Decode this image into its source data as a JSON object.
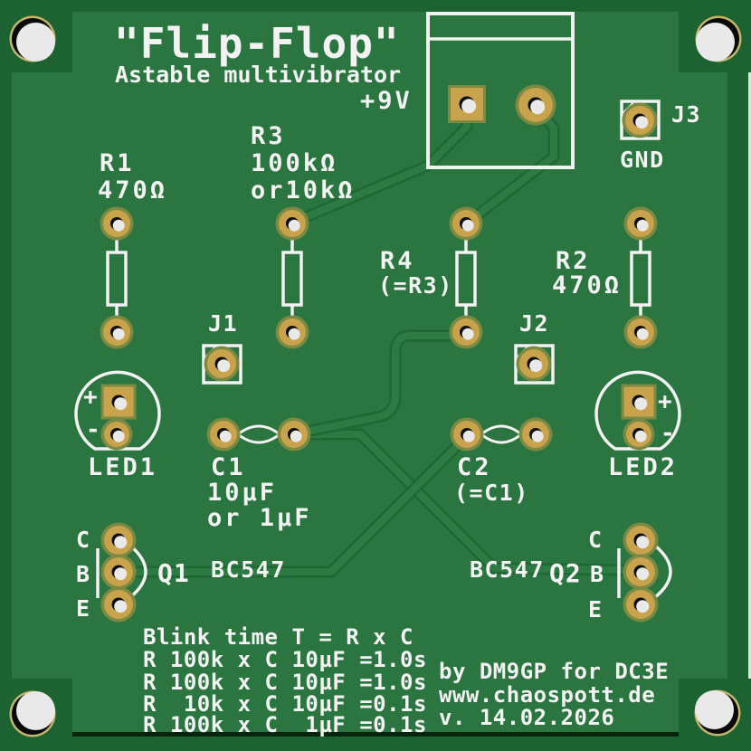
{
  "title": "\"Flip-Flop\"",
  "subtitle": "Astable multivibrator",
  "power_label": "+9V",
  "colors": {
    "board": "#2b7540",
    "board_dark": "#1d6331",
    "silkscreen": "#f2f2f2",
    "pad_gold": "#c9a24c",
    "pad_halo": "#7b8a42",
    "hole": "#e9e9e9",
    "hole_shadow": "#0d0d0d",
    "mount_ring": "#c6b56c",
    "edge_light": "#dde3dd",
    "edge_black": "#07240f"
  },
  "jumpers": {
    "j1": "J1",
    "j2": "J2",
    "j3": "J3",
    "gnd_label": "GND"
  },
  "components": {
    "r1": {
      "name": "R1",
      "value": "470Ω"
    },
    "r3": {
      "name": "R3",
      "value": "100kΩ",
      "alt": "or10kΩ"
    },
    "r4": {
      "name": "R4",
      "value": "(=R3)"
    },
    "r2": {
      "name": "R2",
      "value": "470Ω"
    },
    "led1": {
      "name": "LED1",
      "plus": "+",
      "minus": "-"
    },
    "led2": {
      "name": "LED2",
      "plus": "+",
      "minus": "-"
    },
    "c1": {
      "name": "C1",
      "value": "10µF",
      "alt": "or 1µF"
    },
    "c2": {
      "name": "C2",
      "value": "(=C1)"
    },
    "q1": {
      "name": "Q1",
      "part": "BC547",
      "pins": [
        "C",
        "B",
        "E"
      ]
    },
    "q2": {
      "name": "Q2",
      "part": "BC547",
      "pins": [
        "C",
        "B",
        "E"
      ]
    }
  },
  "blink_table": {
    "title": "Blink time T = R x C",
    "rows": [
      "R 100k x C 10µF =1.0s",
      "R 100k x C 10µF =1.0s",
      "R  10k x C 10µF =0.1s",
      "R 100k x C  1µF =0.1s"
    ]
  },
  "credits": {
    "by": "by DM9GP for DC3E",
    "url": "www.chaospott.de",
    "version": "v. 14.02.2026"
  }
}
